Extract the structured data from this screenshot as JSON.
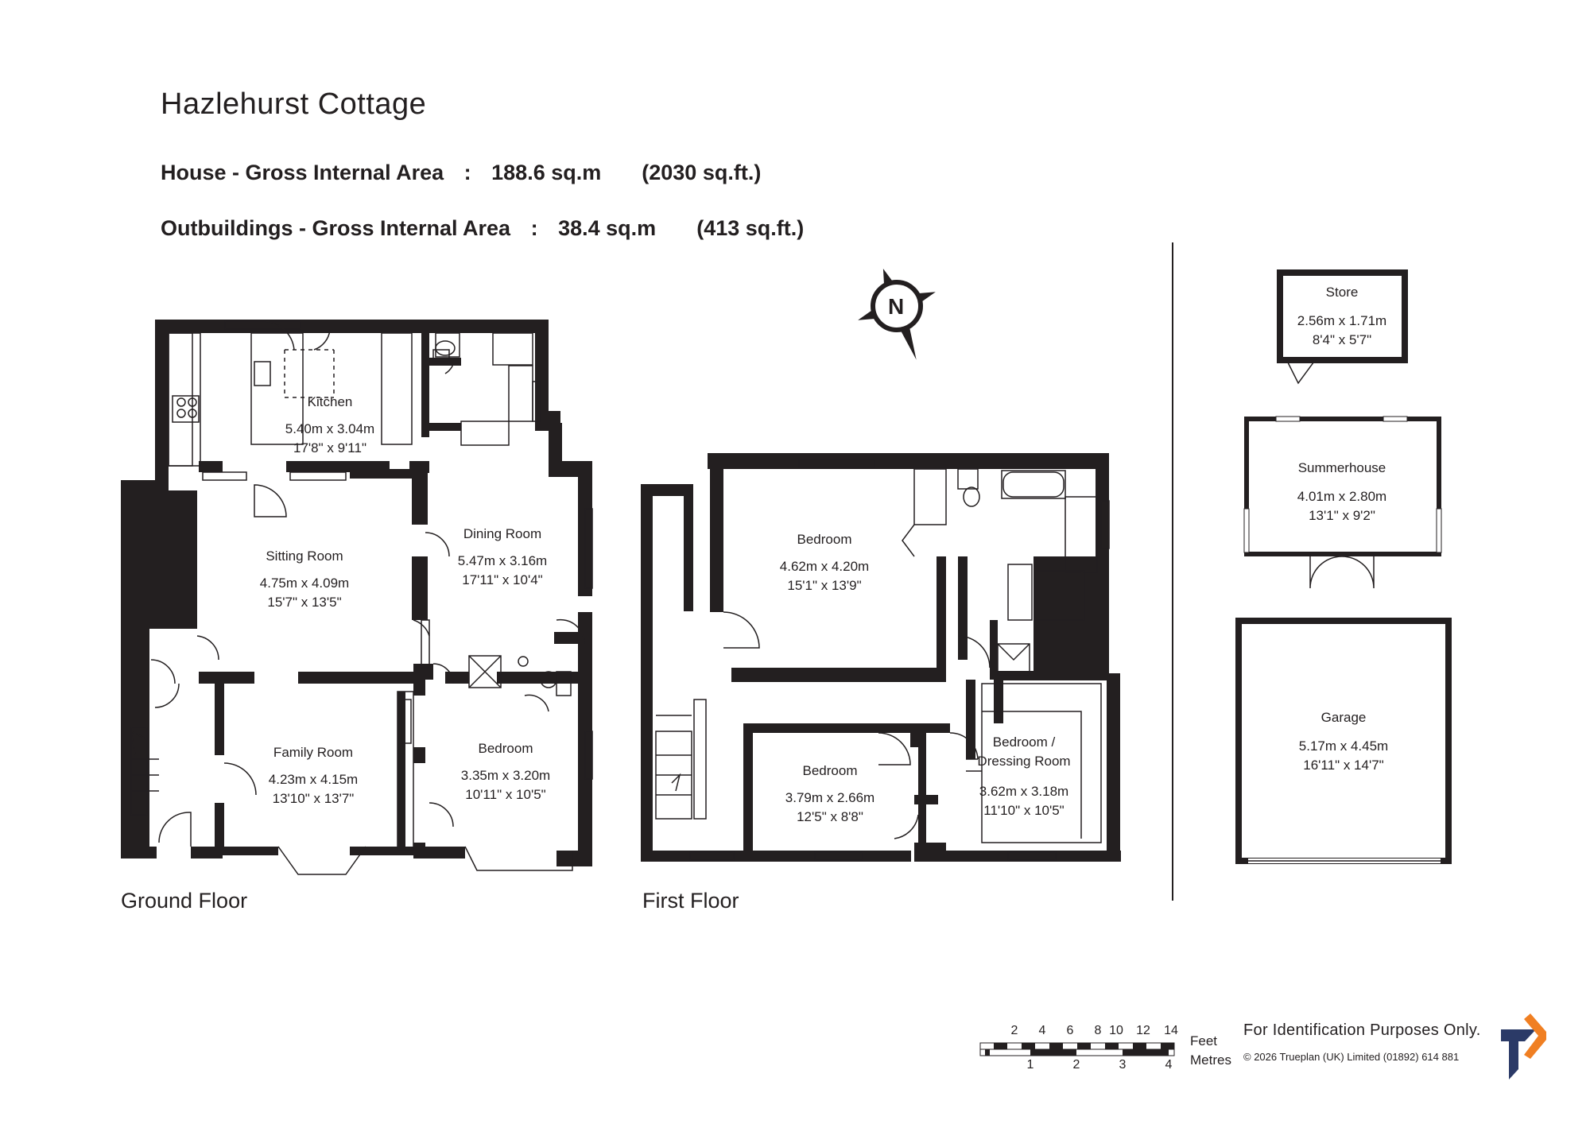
{
  "title": "Hazlehurst Cottage",
  "areas": {
    "house_label": "House - Gross Internal Area",
    "house_metric": "188.6 sq.m",
    "house_imperial": "(2030 sq.ft.)",
    "outbuildings_label": "Outbuildings - Gross Internal Area",
    "outbuildings_metric": "38.4 sq.m",
    "outbuildings_imperial": "(413 sq.ft.)",
    "separator": ":"
  },
  "floors": {
    "ground": "Ground Floor",
    "first": "First Floor"
  },
  "compass": {
    "label": "N"
  },
  "rooms": {
    "kitchen": {
      "name": "Kitchen",
      "metric": "5.40m  x  3.04m",
      "imperial": "17'8\"  x  9'11\""
    },
    "sitting": {
      "name": "Sitting Room",
      "metric": "4.75m  x  4.09m",
      "imperial": "15'7\"  x  13'5\""
    },
    "dining": {
      "name": "Dining Room",
      "metric": "5.47m  x  3.16m",
      "imperial": "17'11\"  x  10'4\""
    },
    "family": {
      "name": "Family Room",
      "metric": "4.23m  x  4.15m",
      "imperial": "13'10\"  x  13'7\""
    },
    "ground_bedroom": {
      "name": "Bedroom",
      "metric": "3.35m  x  3.20m",
      "imperial": "10'11\"  x  10'5\""
    },
    "first_bedroom_1": {
      "name": "Bedroom",
      "metric": "4.62m  x  4.20m",
      "imperial": "15'1\"  x  13'9\""
    },
    "first_bedroom_2": {
      "name": "Bedroom",
      "metric": "3.79m  x  2.66m",
      "imperial": "12'5\"  x  8'8\""
    },
    "dressing": {
      "name1": "Bedroom /",
      "name2": "Dressing Room",
      "metric": "3.62m  x  3.18m",
      "imperial": "11'10\"  x  10'5\""
    },
    "store": {
      "name": "Store",
      "metric": "2.56m  x  1.71m",
      "imperial": "8'4\"  x  5'7\""
    },
    "summerhouse": {
      "name": "Summerhouse",
      "metric": "4.01m  x  2.80m",
      "imperial": "13'1\"  x  9'2\""
    },
    "garage": {
      "name": "Garage",
      "metric": "5.17m  x  4.45m",
      "imperial": "16'11\"  x  14'7\""
    }
  },
  "scale": {
    "feet_ticks": [
      "2",
      "4",
      "6",
      "8",
      "10",
      "12",
      "14"
    ],
    "metre_ticks": [
      "1",
      "2",
      "3",
      "4"
    ],
    "feet_label": "Feet",
    "metres_label": "Metres"
  },
  "footer": {
    "disclaimer": "For Identification Purposes Only.",
    "copyright": "©  2026 Trueplan (UK) Limited  (01892) 614 881"
  },
  "colors": {
    "wall": "#231f20",
    "logo_navy": "#2b3a67",
    "logo_orange": "#f07f22"
  }
}
